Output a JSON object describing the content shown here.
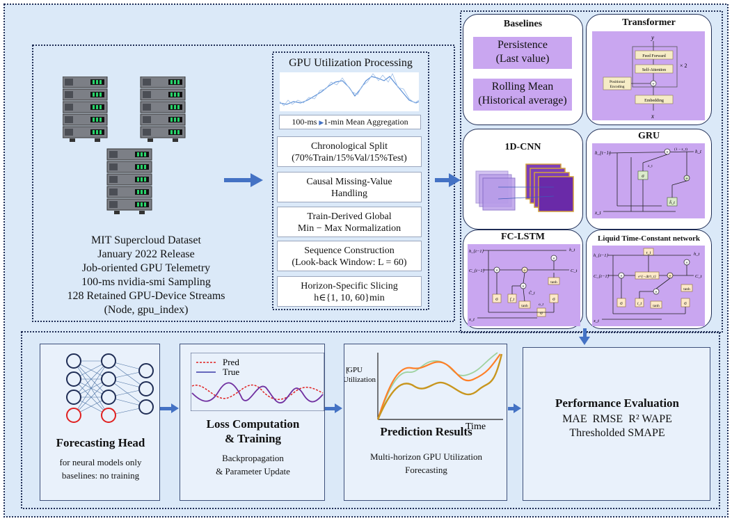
{
  "dataset": {
    "lines": [
      "MIT Supercloud Dataset",
      "January 2022 Release",
      "Job-oriented GPU Telemetry",
      "100-ms nvidia-smi Sampling",
      "128 Retained GPU-Device Streams",
      "(Node, gpu_index)"
    ]
  },
  "processing": {
    "title": "GPU Utilization Processing",
    "aggregation": [
      "100-ms",
      "1-min Mean Aggregation"
    ],
    "steps": [
      [
        "Chronological Split",
        "(70%Train/15%Val/15%Test)"
      ],
      [
        "Causal Missing-Value",
        "Handling"
      ],
      [
        "Train-Derived Global",
        "Min − Max Normalization"
      ],
      [
        "Sequence Construction",
        "(Look-back Window: L = 60)"
      ],
      [
        "Horizon-Specific Slicing",
        "h∈{1,  10,  60}min"
      ]
    ]
  },
  "models": {
    "baselines": {
      "title": "Baselines",
      "persistence": [
        "Persistence",
        "(Last value)"
      ],
      "rolling": [
        "Rolling Mean",
        "(Historical average)"
      ]
    },
    "transformer": {
      "title": "Transformer",
      "y": "y",
      "x": "x",
      "ff": "Feed Forward",
      "sa": "Self-Attention",
      "times": "× 2",
      "pos": [
        "Positional",
        "Encoding"
      ],
      "emb": "Embedding"
    },
    "cnn": {
      "title": "1D-CNN"
    },
    "gru": {
      "title": "GRU",
      "h_prev": "h_{t−1}",
      "h_t": "h_t",
      "x_t": "x_t",
      "one_minus": "(1 − z_t)",
      "z_t": "z_t",
      "sigma": "σ",
      "h_tilde": "h̃_t"
    },
    "lstm": {
      "title": "FC-LSTM",
      "h_prev": "h_{t−1}",
      "h_t": "h_t",
      "c_prev": "C_{t−1}",
      "c_t": "C_t",
      "x_t": "x_t",
      "f_t": "f_t",
      "c_tilde": "C̃_t",
      "o_t": "o_t",
      "tanh": "tanh",
      "sigma": "σ"
    },
    "ltc": {
      "title": "Liquid Time-Constant network",
      "h_prev": "h_{t−1}",
      "h_t": "h_t",
      "c_prev": "C_{t−1}",
      "c_t": "C_t",
      "x_t": "x_t",
      "tau": "τ_t",
      "decay": "e^{−Δt/τ_t}",
      "i_t": "i_t",
      "tanh": "tanh",
      "sigma": "σ"
    }
  },
  "pipeline": {
    "head": {
      "title": "Forecasting Head",
      "sub": [
        "for neural models only",
        "baselines: no training"
      ]
    },
    "loss": {
      "title": [
        "Loss Computation",
        "& Training"
      ],
      "sub": [
        "Backpropagation",
        "& Parameter Update"
      ],
      "legend_pred": "Pred",
      "legend_true": "True"
    },
    "results": {
      "title": "Prediction Results",
      "sub": [
        "Multi-horizon GPU Utilization",
        "Forecasting"
      ],
      "ylabel": [
        "GPU",
        "Utilization"
      ],
      "xlabel": "Time"
    },
    "eval": {
      "title": "Performance Evaluation",
      "metrics": "MAE  RMSE  R² WAPE",
      "metrics2": "Thresholded SMAPE"
    }
  },
  "colors": {
    "bg": "#dbe9f8",
    "arrow": "#4472c4",
    "purple": "#c9a6f0",
    "navy": "#1f2d55",
    "red": "#e02020"
  }
}
